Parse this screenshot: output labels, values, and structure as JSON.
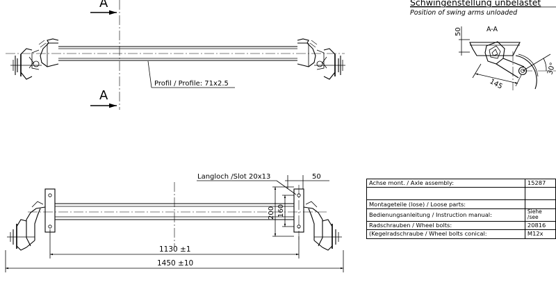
{
  "views": {
    "top": {
      "section_label_top": "A",
      "section_label_bottom": "A",
      "profile_label": "Profil / Profile: 71x2.5"
    },
    "section": {
      "title": "Schwingenstellung unbelastet",
      "subtitle": "Position of swing arms unloaded",
      "label": "A-A",
      "dim_height": "50",
      "dim_arm": "145",
      "dim_angle": "30°"
    },
    "front": {
      "slot_label": "Langloch /Slot 20x13",
      "dim_offset": "50",
      "dim_200": "200",
      "dim_160": "160",
      "dim_1130": "1130 ±1",
      "dim_1450": "1450 ±10"
    }
  },
  "table": {
    "rows": [
      {
        "label": "Achse mont. / Axle assembly:",
        "value": "15287"
      },
      {
        "label": "",
        "value": ""
      },
      {
        "label": "Montageteile (lose) / Loose parts:",
        "value": ""
      },
      {
        "label": "Bedienungsanleitung / Instruction manual:",
        "value": "Siehe",
        "value2": "/see"
      },
      {
        "label": "Radschrauben / Wheel bolts:",
        "value": "20816"
      },
      {
        "label": "(Kegelradschraube / Wheel bolts conical:",
        "value": "M12x"
      }
    ]
  }
}
